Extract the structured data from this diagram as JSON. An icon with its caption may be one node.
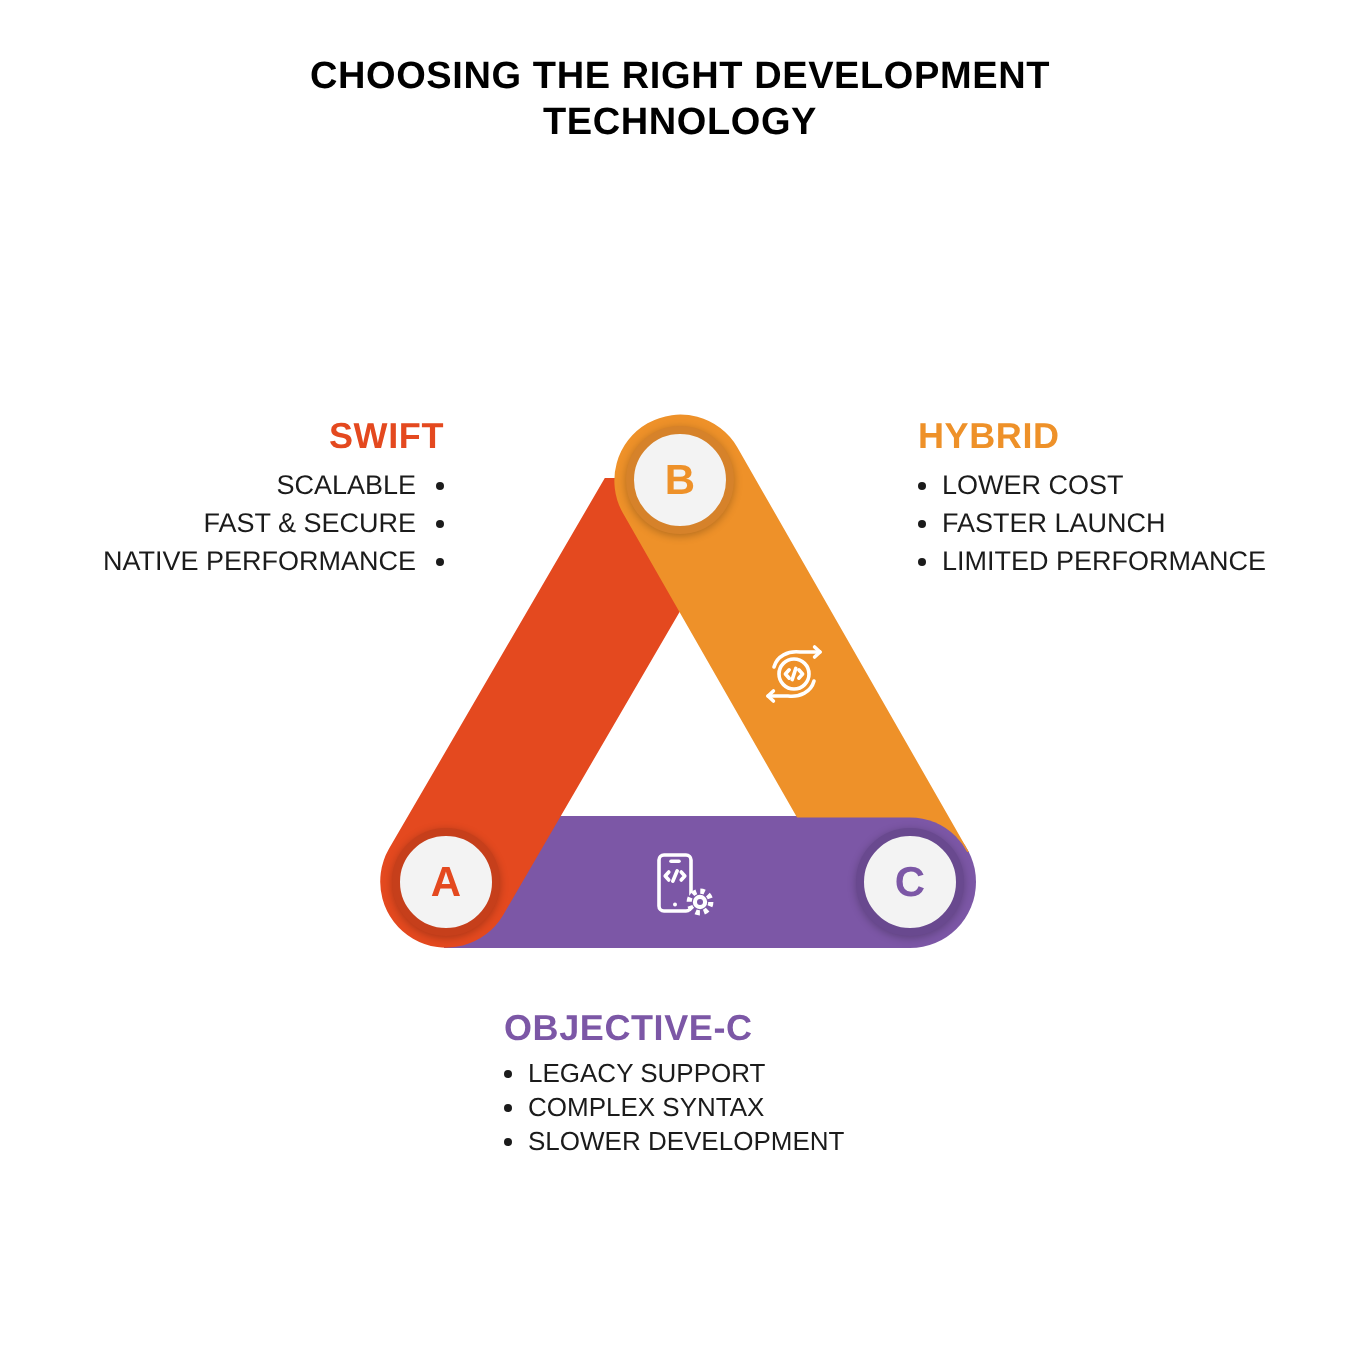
{
  "diagram": {
    "title": "CHOOSING THE RIGHT DEVELOPMENT TECHNOLOGY",
    "nodes": [
      {
        "text": [
          "B"
        ]
      },
      {
        "text": [],
        "shape": "bar",
        "beside": [
          "SWIFT",
          "SCALABLE",
          "FAST & SECURE",
          "NATIVE PERFORMANCE"
        ]
      },
      {
        "text": [],
        "shape": "bar",
        "beside": [
          "HYBRID",
          "LOWER COST",
          "FASTER LAUNCH",
          "LIMITED PERFORMANCE"
        ]
      },
      {
        "text": [
          "A"
        ]
      },
      {
        "text": [],
        "shape": "bar",
        "beside": [
          "OBJECTIVE-C",
          "LEGACY SUPPORT",
          "COMPLEX SYNTAX",
          "SLOWER DEVELOPMENT"
        ]
      },
      {
        "text": [
          "C"
        ]
      }
    ]
  }
}
